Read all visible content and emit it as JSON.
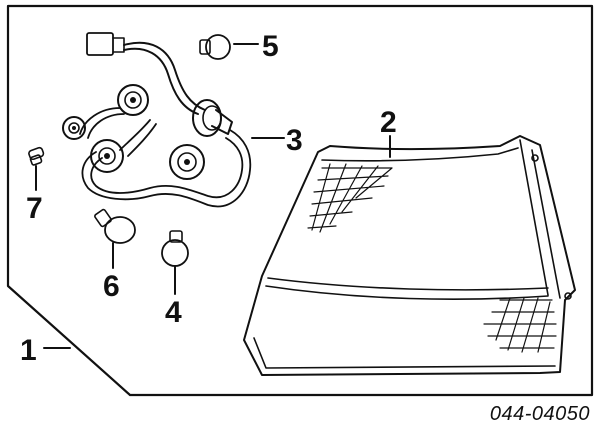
{
  "diagram": {
    "part_number": "044-04050",
    "callouts": [
      {
        "id": "1",
        "text": "1",
        "part": "Tail lamp assembly"
      },
      {
        "id": "2",
        "text": "2",
        "part": "Tail lamp lens housing"
      },
      {
        "id": "3",
        "text": "3",
        "part": "Socket & wiring harness"
      },
      {
        "id": "4",
        "text": "4",
        "part": "Bulb"
      },
      {
        "id": "5",
        "text": "5",
        "part": "Bulb"
      },
      {
        "id": "6",
        "text": "6",
        "part": "Bulb"
      },
      {
        "id": "7",
        "text": "7",
        "part": "Bulb"
      }
    ]
  }
}
